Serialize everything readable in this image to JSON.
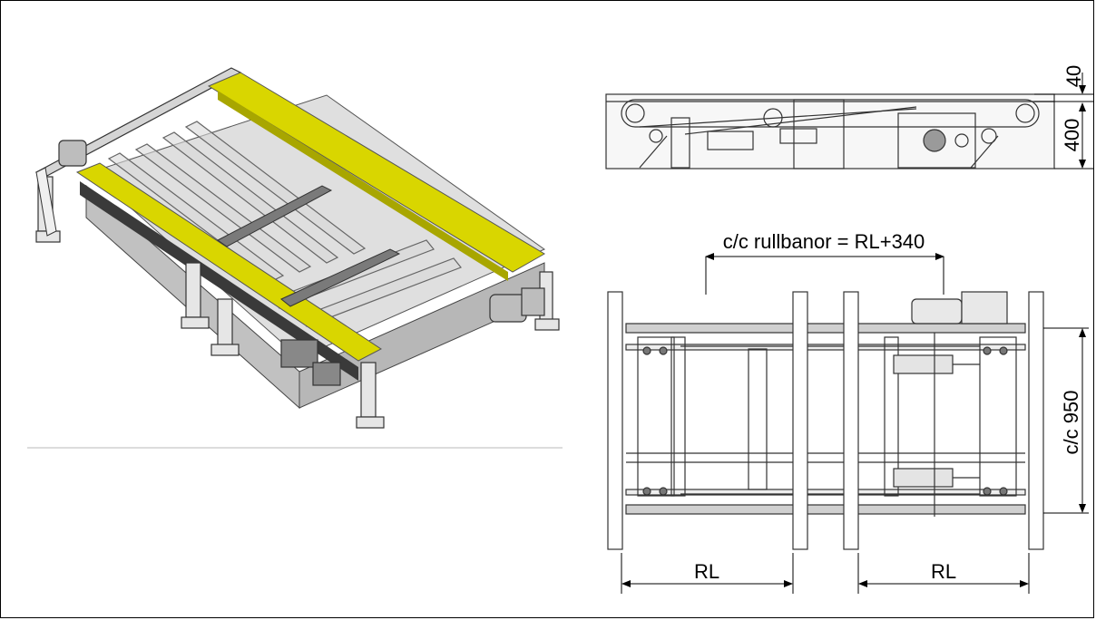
{
  "drawing": {
    "dimensions": {
      "top_height": "40",
      "frame_height": "400",
      "track_spacing": "c/c rullbanor = RL+340",
      "cross_spacing": "c/c 950",
      "roller_length_left": "RL",
      "roller_length_right": "RL"
    }
  },
  "colors": {
    "highlight": "#d9d600",
    "line": "#2a2a2a",
    "frame_fill": "#c8c8c8",
    "ghost_fill": "#9a9a9a"
  }
}
